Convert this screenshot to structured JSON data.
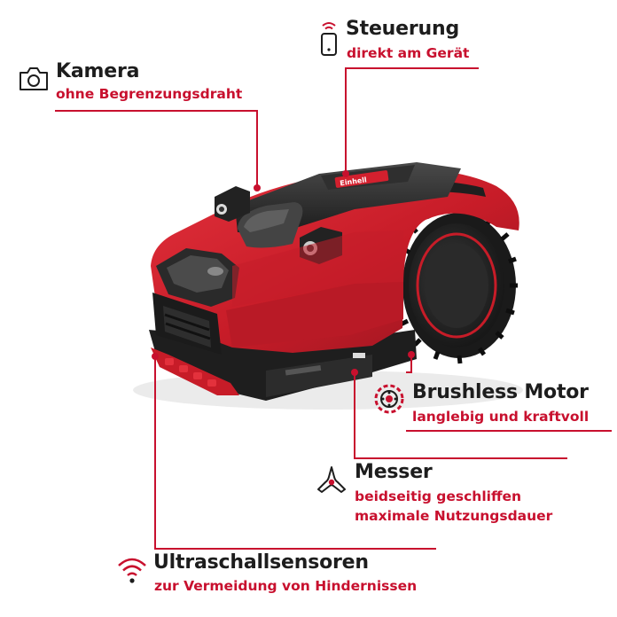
{
  "features": {
    "kamera": {
      "title": "Kamera",
      "sub": "ohne Begrenzungsdraht",
      "icon": "camera-icon"
    },
    "steuerung": {
      "title": "Steuerung",
      "sub": "direkt am Gerät",
      "icon": "phone-wifi-icon"
    },
    "motor": {
      "title": "Brushless Motor",
      "sub": "langlebig und kraftvoll",
      "icon": "motor-icon"
    },
    "messer": {
      "title": "Messer",
      "sub1": "beidseitig geschliffen",
      "sub2": "maximale Nutzungsdauer",
      "icon": "blade-icon"
    },
    "sensor": {
      "title": "Ultraschallsensoren",
      "sub": "zur Vermeidung von Hindernissen",
      "icon": "wifi-signal-icon"
    }
  },
  "colors": {
    "accent": "#c8102e",
    "mower_red": "#d3202e",
    "mower_dark": "#232323",
    "text": "#1d1d1d"
  },
  "product": {
    "brand_badge": "Einhell"
  }
}
